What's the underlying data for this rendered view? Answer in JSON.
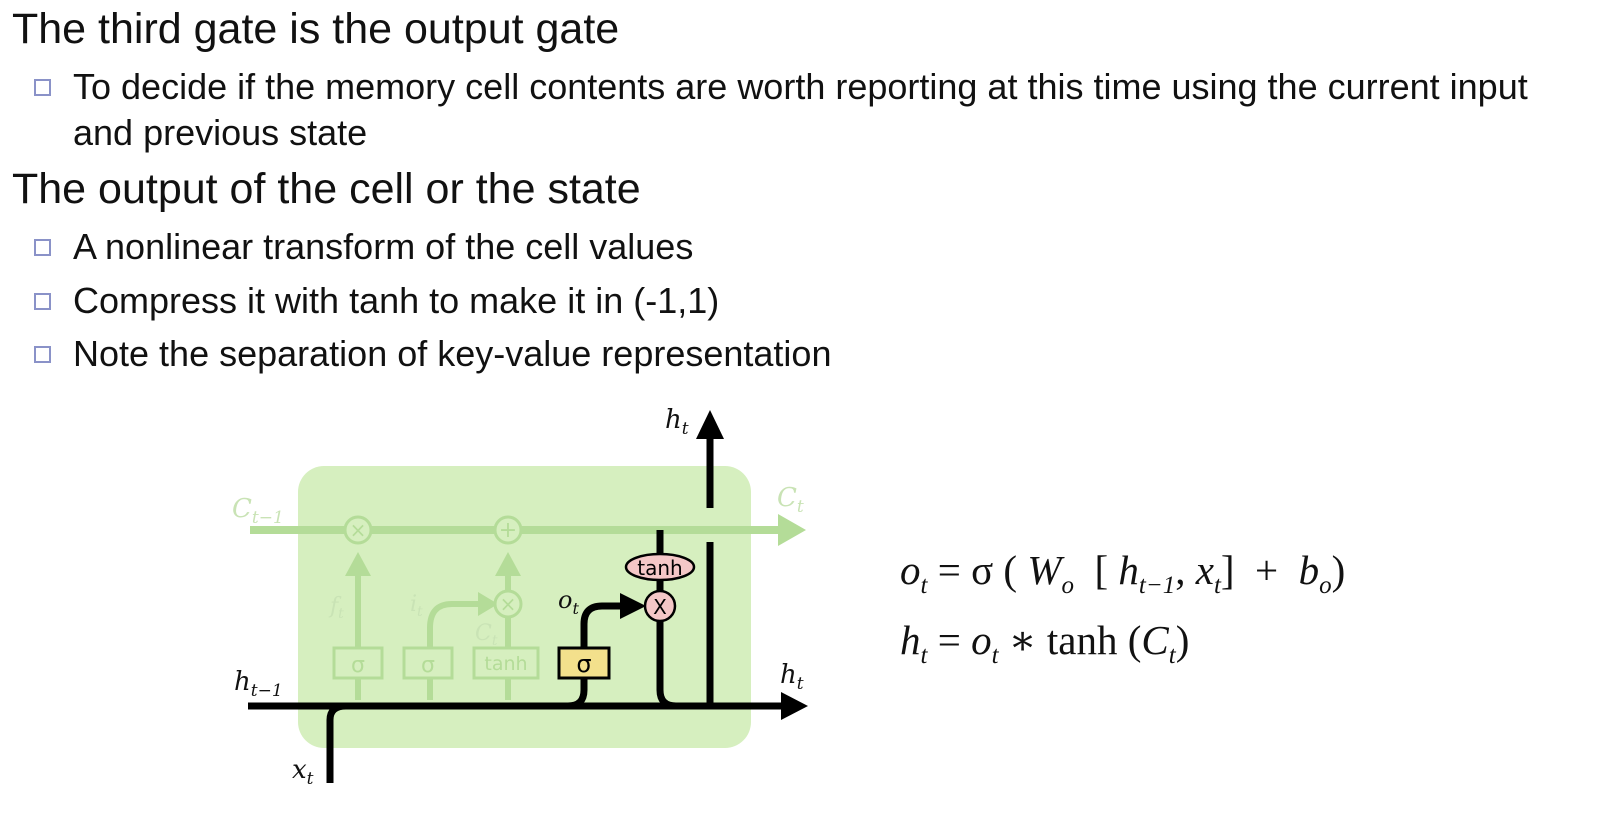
{
  "slide": {
    "heading_1": "The third gate is the output gate",
    "bullet_1": "To decide if the memory cell contents are worth reporting at this time using the current input and previous state",
    "heading_2": "The output of the cell or the state",
    "bullet_2": "A nonlinear transform of the cell values",
    "bullet_3": "Compress it with tanh to make it in (-1,1)",
    "bullet_4": "Note the separation of key-value representation"
  },
  "diagram": {
    "labels": {
      "c_prev": "C",
      "c_prev_sub": "t−1",
      "c_t": "C",
      "c_t_sub": "t",
      "h_prev": "h",
      "h_prev_sub": "t−1",
      "h_out_right": "h",
      "h_out_right_sub": "t",
      "h_out_top": "h",
      "h_out_top_sub": "t",
      "x_t": "x",
      "x_t_sub": "t",
      "f_t": "f",
      "f_t_sub": "t",
      "i_t": "i",
      "i_t_sub": "t",
      "c_tilde": "C",
      "c_tilde_sub": "t",
      "o_t": "o",
      "o_t_sub": "t"
    },
    "gates": {
      "sigma_1": "σ",
      "sigma_2": "σ",
      "tanh_gate": "tanh",
      "sigma_output": "σ",
      "tanh_op": "tanh",
      "times_1": "×",
      "plus": "+",
      "times_2": "×",
      "times_output": "X"
    },
    "colors": {
      "cell_fill": "#d6efbf",
      "gate_yellow": "#f3e08c",
      "op_pink": "#f4c7c7"
    }
  },
  "equations": {
    "eq1": {
      "lhs": "o",
      "lhs_sub": "t",
      "rhs_pre": "= σ (",
      "w": "W",
      "w_sub": "o",
      "bracket_open": "[",
      "h": "h",
      "h_sub": "t−1",
      "comma": ",",
      "x": "x",
      "x_sub": "t",
      "bracket_close": "]",
      "plus": "+",
      "b": "b",
      "b_sub": "o",
      "close": ")"
    },
    "eq2": {
      "lhs": "h",
      "lhs_sub": "t",
      "eq": "=",
      "o": "o",
      "o_sub": "t",
      "star": "∗",
      "tanh": "tanh",
      "open": "(",
      "c": "C",
      "c_sub": "t",
      "close": ")"
    }
  }
}
